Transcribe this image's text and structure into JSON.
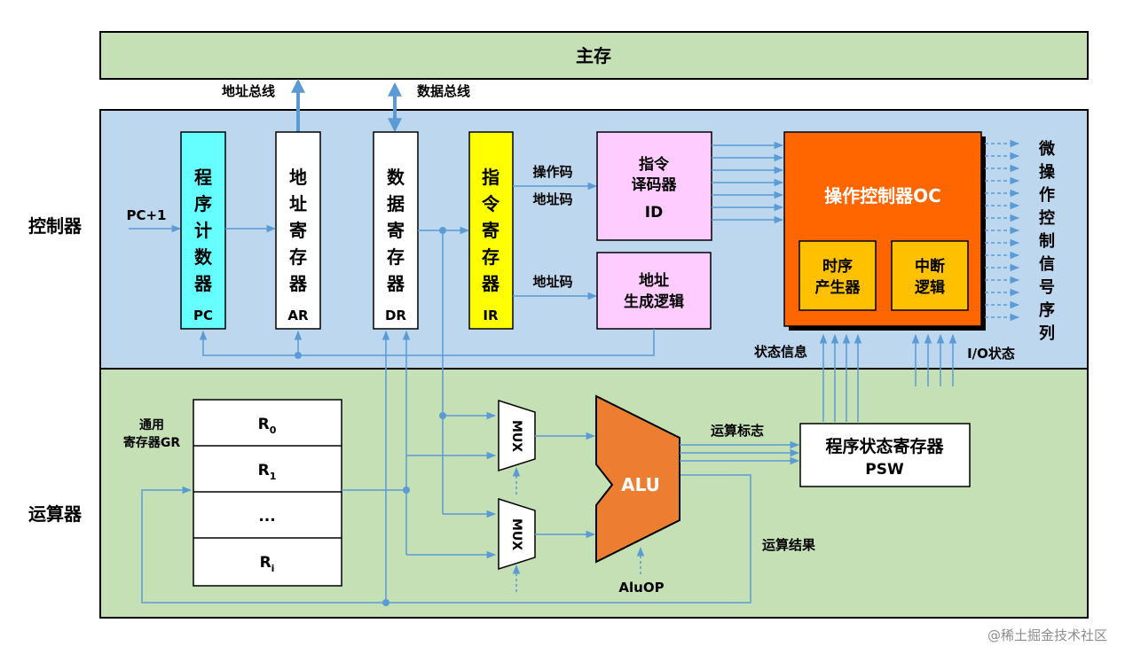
{
  "main_memory": "主存",
  "address_bus": "地址总线",
  "data_bus": "数据总线",
  "controller_label": "控制器",
  "alu_section_label": "运算器",
  "pc_plus_one": "PC+1",
  "pc": {
    "chars": [
      "程",
      "序",
      "计",
      "数",
      "器"
    ],
    "abbr": "PC"
  },
  "ar": {
    "chars": [
      "地",
      "址",
      "寄",
      "存",
      "器"
    ],
    "abbr": "AR"
  },
  "dr": {
    "chars": [
      "数",
      "据",
      "寄",
      "存",
      "器"
    ],
    "abbr": "DR"
  },
  "ir": {
    "chars": [
      "指",
      "令",
      "寄",
      "存",
      "器"
    ],
    "abbr": "IR"
  },
  "opcode": "操作码",
  "addr_code_1": "地址码",
  "addr_code_2": "地址码",
  "id": {
    "line1": "指令",
    "line2": "译码器",
    "abbr": "ID"
  },
  "addr_gen": {
    "line1": "地址",
    "line2": "生成逻辑"
  },
  "oc": {
    "title": "操作控制器OC",
    "timing": [
      "时序",
      "产生器"
    ],
    "interrupt": [
      "中断",
      "逻辑"
    ]
  },
  "micro_signal_chars": [
    "微",
    "操",
    "作",
    "控",
    "制",
    "信",
    "号",
    "序",
    "列"
  ],
  "status_info": "状态信息",
  "io_status": "I/O状态",
  "gr": {
    "label_line1": "通用",
    "label_line2": "寄存器GR"
  },
  "registers": [
    {
      "base": "R",
      "sub": "0"
    },
    {
      "base": "R",
      "sub": "1"
    },
    {
      "base": "...",
      "sub": ""
    },
    {
      "base": "R",
      "sub": "i"
    }
  ],
  "mux": [
    "MUX",
    "MUX"
  ],
  "alu": "ALU",
  "aluop": "AluOP",
  "op_flags": "运算标志",
  "op_result": "运算结果",
  "psw": {
    "line1": "程序状态寄存器",
    "line2": "PSW"
  },
  "watermark": "@稀土掘金技术社区",
  "colors": {
    "memory": "#c5e0b4",
    "controller_bg": "#bdd7ee",
    "alu_bg": "#c5e0b4",
    "pc": "#66ffff",
    "ir": "#ffff00",
    "id_fill": "#ffccff",
    "oc": "#ff6600",
    "oc_inner": "#ffc000",
    "alu_fill": "#ed7d31",
    "wire": "#5b9bd5",
    "bus": "#5b9bd5"
  }
}
